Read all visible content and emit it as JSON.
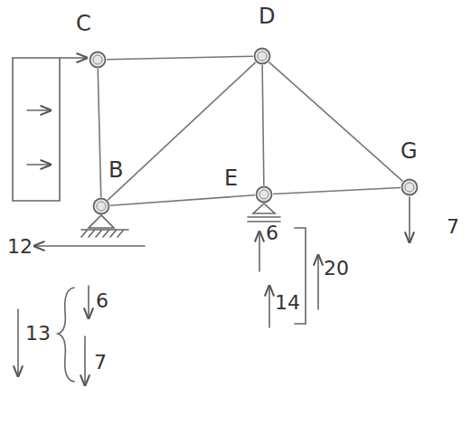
{
  "diagram": {
    "nodes": [
      {
        "text": [
          "C"
        ]
      },
      {
        "text": [
          "D"
        ]
      },
      {
        "text": [
          "B"
        ]
      },
      {
        "text": [
          "E"
        ]
      },
      {
        "text": [
          "G"
        ]
      }
    ],
    "edges": [
      {
        "from": 0,
        "to": 1,
        "arrow": "none"
      },
      {
        "from": 0,
        "to": 2,
        "arrow": "none"
      },
      {
        "from": 2,
        "to": 1,
        "arrow": "none"
      },
      {
        "from": 2,
        "to": 3,
        "arrow": "none"
      },
      {
        "from": 1,
        "to": 3,
        "arrow": "none"
      },
      {
        "from": 1,
        "to": 4,
        "arrow": "none"
      },
      {
        "from": 3,
        "to": 4,
        "arrow": "none"
      }
    ],
    "labels": [
      "7",
      "12",
      "13",
      "6",
      "7",
      "6",
      "14",
      "20"
    ]
  }
}
